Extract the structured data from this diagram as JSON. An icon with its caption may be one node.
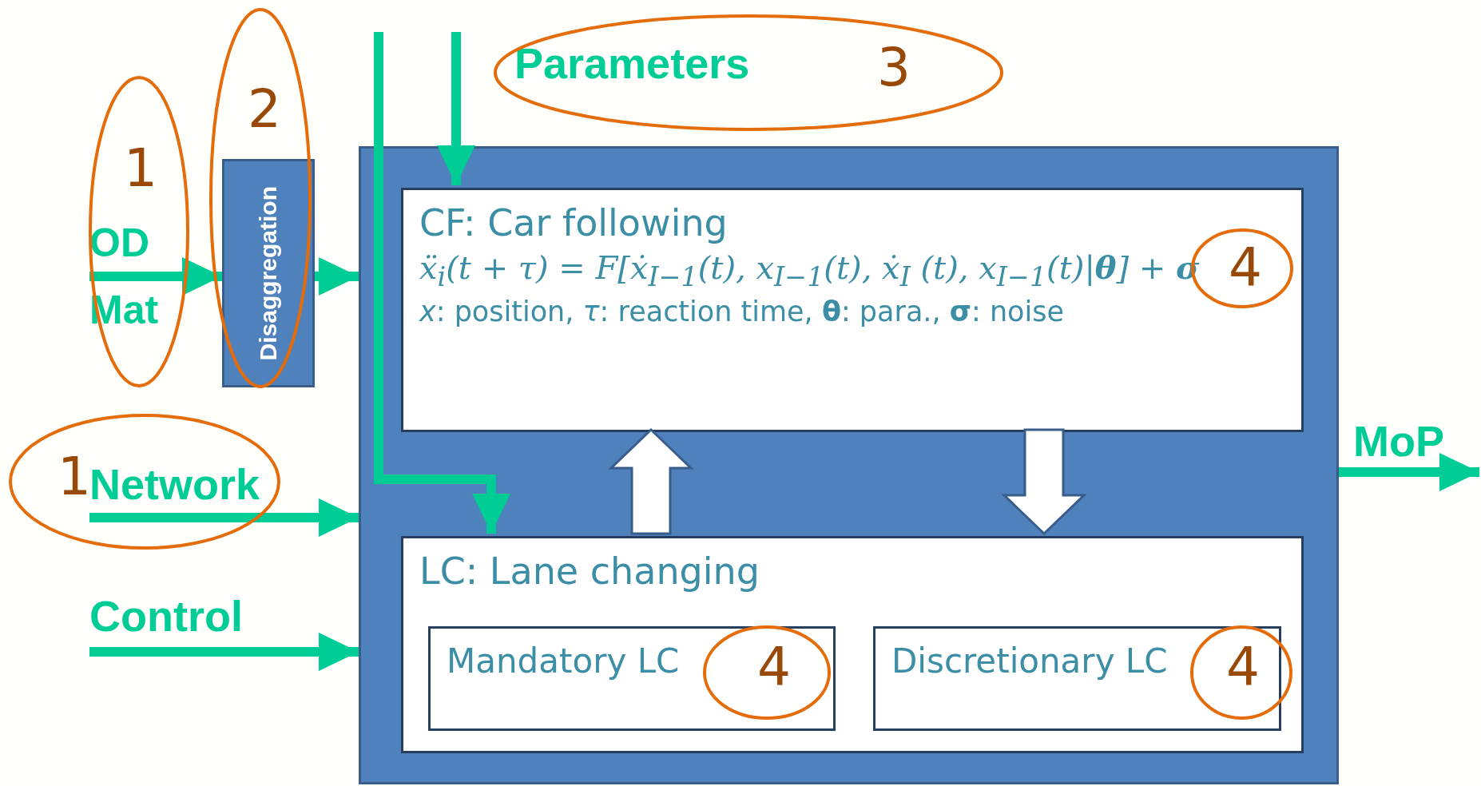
{
  "diagram": {
    "nodes": [
      {
        "text": [
          "OD Mat"
        ]
      },
      {
        "text": [
          "Disaggregation"
        ]
      },
      {
        "text": [],
        "shape": "box"
      },
      {
        "text": [
          "CF: Car following",
          "ẍ$_{i}$(t + τ) = F[ẋ$_{I−1}$(t), x$_{I−1}$(t), ẋ$_{I}$ (t), x$_{I−1}$(t)|**θ**] + **σ**",
          "*x*: position, *τ*: reaction time, **θ**: para., **σ**: noise"
        ],
        "in": 2
      },
      {
        "text": [
          "LC: Lane changing"
        ],
        "in": 2
      },
      {
        "text": [
          "Mandatory LC"
        ],
        "in": 4
      },
      {
        "text": [
          "Discretionary LC"
        ],
        "in": 4
      },
      {
        "text": [
          "Network"
        ]
      },
      {
        "text": [
          "Control"
        ]
      },
      {
        "text": [
          "MoP"
        ]
      }
    ],
    "edges": [
      {
        "from": 0,
        "to": 1,
        "arrow": "to"
      },
      {
        "from": 1,
        "to": 2,
        "arrow": "to"
      },
      {
        "from": null,
        "to": 3,
        "arrow": "to"
      },
      {
        "from": null,
        "to": 4,
        "arrow": "to"
      },
      {
        "from": 4,
        "to": 3,
        "arrow": "to",
        "style": "thick",
        "color": "#ffffff"
      },
      {
        "from": 3,
        "to": 4,
        "arrow": "to",
        "style": "thick",
        "color": "#ffffff"
      },
      {
        "from": 7,
        "to": 2,
        "arrow": "to"
      },
      {
        "from": 8,
        "to": 2,
        "arrow": "to"
      },
      {
        "from": 2,
        "to": 9,
        "arrow": "to"
      }
    ],
    "labels": [
      "Parameters",
      "3",
      "2",
      "1",
      "4",
      "1",
      "4",
      "4"
    ]
  }
}
